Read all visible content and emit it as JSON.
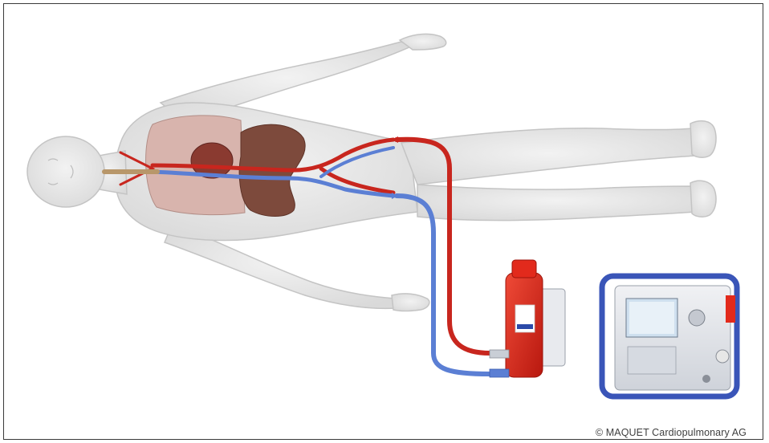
{
  "copyright": "© MAQUET Cardiopulmonary AG",
  "colors": {
    "background": "#ffffff",
    "frame": "#3a3a3a",
    "body": "#e6e6e6",
    "body_outline": "#c9c9c9",
    "lungs": "#d8b4ad",
    "heart": "#8a3a30",
    "stomach": "#7d4a3c",
    "artery": "#c8261e",
    "vein": "#5b7fd4",
    "oxygenator": "#e22a1c",
    "console_frame": "#3a55b8",
    "console_body": "#e4e6ea"
  },
  "icons": [
    "human-body-illustration",
    "ecmo-oxygenator-unit",
    "ecmo-console-device"
  ]
}
